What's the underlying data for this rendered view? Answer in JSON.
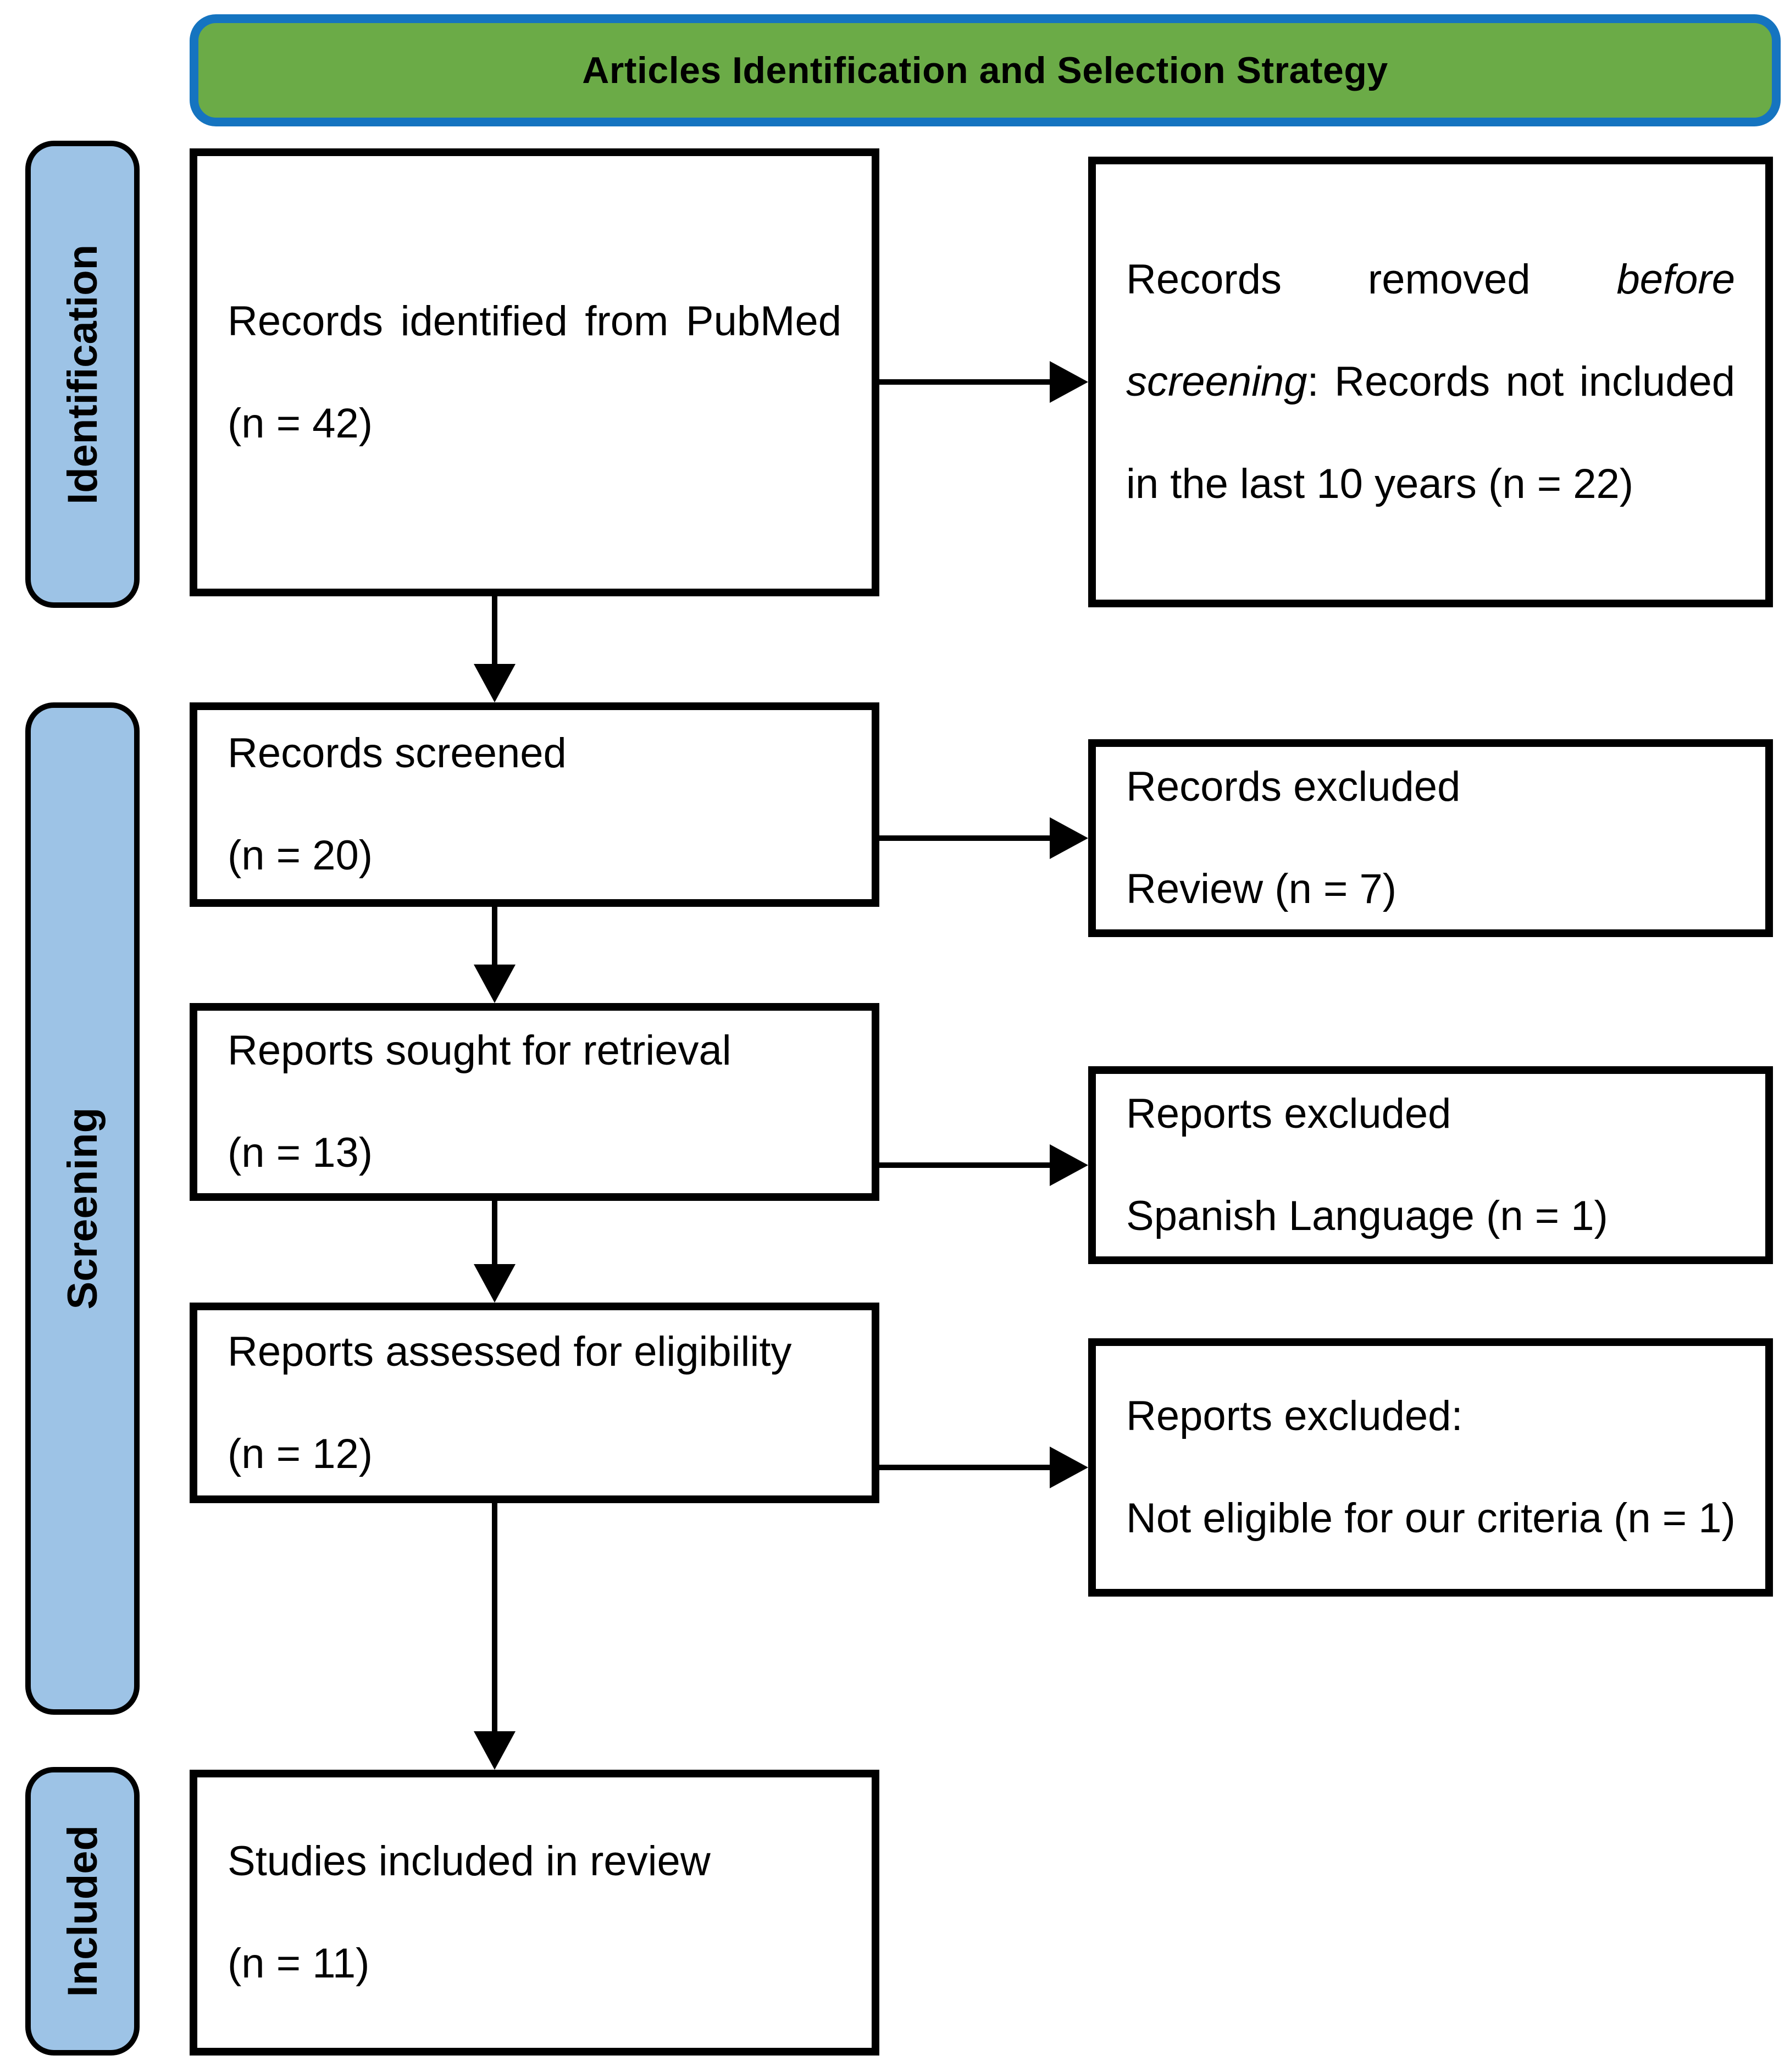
{
  "header": {
    "title": "Articles Identification and Selection Strategy"
  },
  "sidebar": {
    "identification": "Identification",
    "screening": "Screening",
    "included": "Included"
  },
  "flow": {
    "identified": {
      "line1": "Records identified from PubMed",
      "line2": "(n = 42)"
    },
    "removed": {
      "line1_text": "Records removed",
      "line1_italic": "before",
      "line2_italic": "screening",
      "line2_text": ": Records not included",
      "line3": "in the last 10 years (n = 22)"
    },
    "screened": {
      "line1": "Records screened",
      "line2": "(n = 20)"
    },
    "excluded_review": {
      "line1": "Records excluded",
      "line2": "Review (n = 7)"
    },
    "sought": {
      "line1": "Reports sought for retrieval",
      "line2": "(n = 13)"
    },
    "excluded_language": {
      "line1": "Reports excluded",
      "line2": "Spanish Language (n = 1)"
    },
    "assessed": {
      "line1": "Reports assessed for eligibility",
      "line2": "(n = 12)"
    },
    "excluded_criteria": {
      "line1": "Reports excluded:",
      "line2": "Not eligible for our criteria (n = 1)"
    },
    "included_review": {
      "line1": "Studies included in review",
      "line2": "(n = 11)"
    }
  },
  "colors": {
    "header_fill": "#6BAB47",
    "header_border": "#1574C0",
    "stage_fill": "#9DC3E6",
    "box_border": "#000000",
    "text": "#000000"
  }
}
